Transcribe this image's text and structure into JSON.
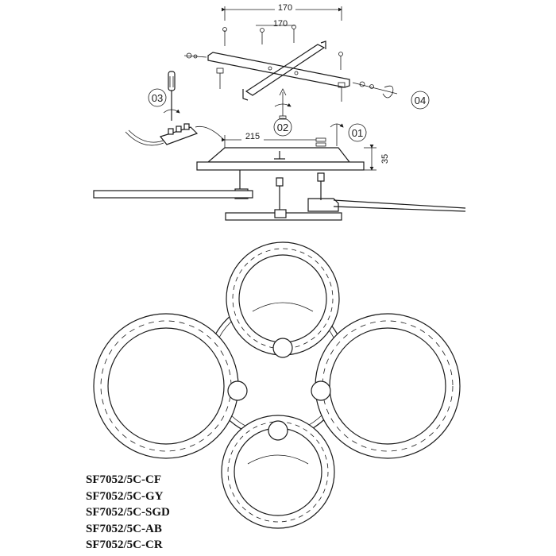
{
  "dimensions": {
    "top_width": "170",
    "bracket_width": "170",
    "canopy_width": "215",
    "canopy_height": "35"
  },
  "steps": [
    {
      "id": "step-01",
      "label": "01"
    },
    {
      "id": "step-02",
      "label": "02"
    },
    {
      "id": "step-03",
      "label": "03"
    },
    {
      "id": "step-04",
      "label": "04"
    }
  ],
  "models": [
    "SF7052/5C-CF",
    "SF7052/5C-GY",
    "SF7052/5C-SGD",
    "SF7052/5C-AB",
    "SF7052/5C-CR"
  ],
  "colors": {
    "line": "#1a1a1a",
    "background": "#ffffff"
  }
}
